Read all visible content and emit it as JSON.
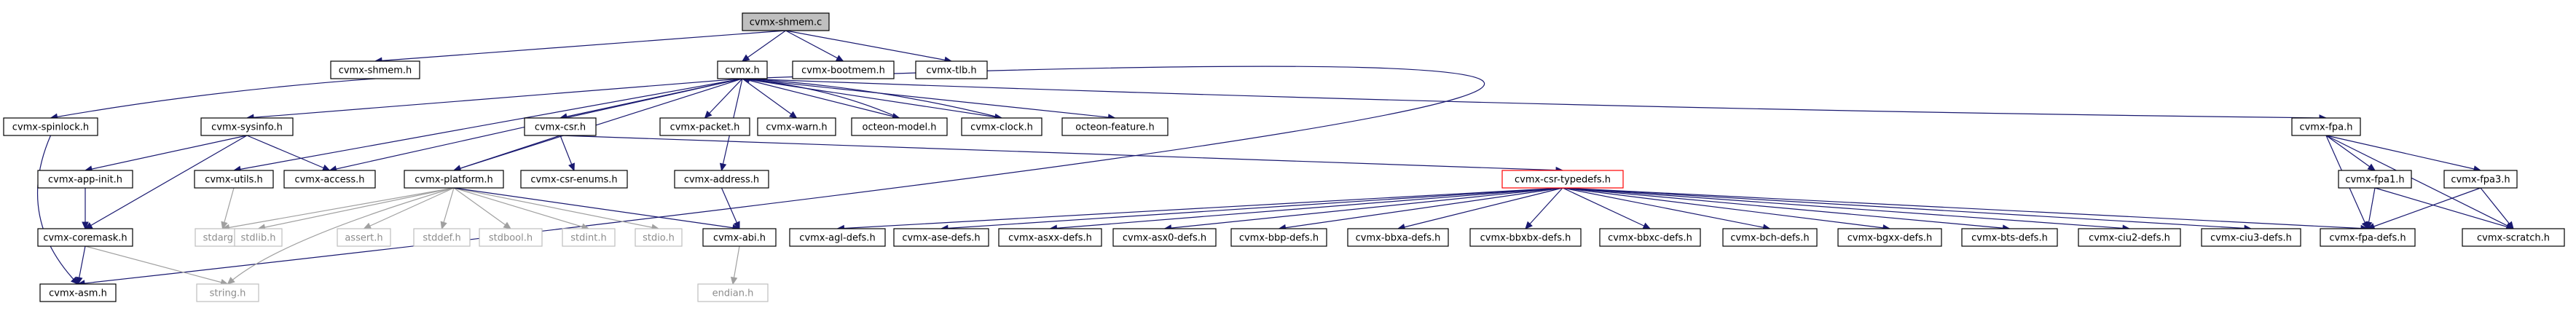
{
  "colors": {
    "edge": "#191970",
    "edge_system": "#a0a0a0",
    "root_fill": "#bfbfbf",
    "truncated_border": "#ff0000",
    "system_text": "#8c8c8c"
  },
  "nodes": [
    {
      "id": "shmem_c",
      "label": "cvmx-shmem.c",
      "kind": "root"
    },
    {
      "id": "shmem_h",
      "label": "cvmx-shmem.h",
      "kind": "normal"
    },
    {
      "id": "cvmx_h",
      "label": "cvmx.h",
      "kind": "normal"
    },
    {
      "id": "bootmem_h",
      "label": "cvmx-bootmem.h",
      "kind": "normal"
    },
    {
      "id": "tlb_h",
      "label": "cvmx-tlb.h",
      "kind": "normal"
    },
    {
      "id": "spinlock_h",
      "label": "cvmx-spinlock.h",
      "kind": "normal"
    },
    {
      "id": "sysinfo_h",
      "label": "cvmx-sysinfo.h",
      "kind": "normal"
    },
    {
      "id": "csr_h",
      "label": "cvmx-csr.h",
      "kind": "normal"
    },
    {
      "id": "packet_h",
      "label": "cvmx-packet.h",
      "kind": "normal"
    },
    {
      "id": "warn_h",
      "label": "cvmx-warn.h",
      "kind": "normal"
    },
    {
      "id": "model_h",
      "label": "octeon-model.h",
      "kind": "normal"
    },
    {
      "id": "clock_h",
      "label": "cvmx-clock.h",
      "kind": "normal"
    },
    {
      "id": "feature_h",
      "label": "octeon-feature.h",
      "kind": "normal"
    },
    {
      "id": "fpa_h",
      "label": "cvmx-fpa.h",
      "kind": "normal"
    },
    {
      "id": "appinit_h",
      "label": "cvmx-app-init.h",
      "kind": "normal"
    },
    {
      "id": "utils_h",
      "label": "cvmx-utils.h",
      "kind": "normal"
    },
    {
      "id": "access_h",
      "label": "cvmx-access.h",
      "kind": "normal"
    },
    {
      "id": "platform_h",
      "label": "cvmx-platform.h",
      "kind": "normal"
    },
    {
      "id": "csrenums_h",
      "label": "cvmx-csr-enums.h",
      "kind": "normal"
    },
    {
      "id": "address_h",
      "label": "cvmx-address.h",
      "kind": "normal"
    },
    {
      "id": "typedefs_h",
      "label": "cvmx-csr-typedefs.h",
      "kind": "truncated"
    },
    {
      "id": "fpa1_h",
      "label": "cvmx-fpa1.h",
      "kind": "normal"
    },
    {
      "id": "fpa3_h",
      "label": "cvmx-fpa3.h",
      "kind": "normal"
    },
    {
      "id": "coremask_h",
      "label": "cvmx-coremask.h",
      "kind": "normal"
    },
    {
      "id": "stdarg_h",
      "label": "stdarg.h",
      "kind": "system"
    },
    {
      "id": "stdlib_h",
      "label": "stdlib.h",
      "kind": "system"
    },
    {
      "id": "assert_h",
      "label": "assert.h",
      "kind": "system"
    },
    {
      "id": "stddef_h",
      "label": "stddef.h",
      "kind": "system"
    },
    {
      "id": "stdbool_h",
      "label": "stdbool.h",
      "kind": "system"
    },
    {
      "id": "stdint_h",
      "label": "stdint.h",
      "kind": "system"
    },
    {
      "id": "stdio_h",
      "label": "stdio.h",
      "kind": "system"
    },
    {
      "id": "abi_h",
      "label": "cvmx-abi.h",
      "kind": "normal"
    },
    {
      "id": "agl_h",
      "label": "cvmx-agl-defs.h",
      "kind": "normal"
    },
    {
      "id": "ase_h",
      "label": "cvmx-ase-defs.h",
      "kind": "normal"
    },
    {
      "id": "asxx_h",
      "label": "cvmx-asxx-defs.h",
      "kind": "normal"
    },
    {
      "id": "asx0_h",
      "label": "cvmx-asx0-defs.h",
      "kind": "normal"
    },
    {
      "id": "bbp_h",
      "label": "cvmx-bbp-defs.h",
      "kind": "normal"
    },
    {
      "id": "bbxa_h",
      "label": "cvmx-bbxa-defs.h",
      "kind": "normal"
    },
    {
      "id": "bbxbx_h",
      "label": "cvmx-bbxbx-defs.h",
      "kind": "normal"
    },
    {
      "id": "bbxc_h",
      "label": "cvmx-bbxc-defs.h",
      "kind": "normal"
    },
    {
      "id": "bch_h",
      "label": "cvmx-bch-defs.h",
      "kind": "normal"
    },
    {
      "id": "bgxx_h",
      "label": "cvmx-bgxx-defs.h",
      "kind": "normal"
    },
    {
      "id": "bts_h",
      "label": "cvmx-bts-defs.h",
      "kind": "normal"
    },
    {
      "id": "ciu2_h",
      "label": "cvmx-ciu2-defs.h",
      "kind": "normal"
    },
    {
      "id": "ciu3_h",
      "label": "cvmx-ciu3-defs.h",
      "kind": "normal"
    },
    {
      "id": "fpadefs_h",
      "label": "cvmx-fpa-defs.h",
      "kind": "normal"
    },
    {
      "id": "scratch_h",
      "label": "cvmx-scratch.h",
      "kind": "normal"
    },
    {
      "id": "asm_h",
      "label": "cvmx-asm.h",
      "kind": "normal"
    },
    {
      "id": "string_h",
      "label": "string.h",
      "kind": "system"
    },
    {
      "id": "endian_h",
      "label": "endian.h",
      "kind": "system"
    }
  ],
  "edges": [
    [
      "shmem_c",
      "shmem_h"
    ],
    [
      "shmem_c",
      "cvmx_h"
    ],
    [
      "shmem_c",
      "bootmem_h"
    ],
    [
      "shmem_c",
      "tlb_h"
    ],
    [
      "shmem_h",
      "spinlock_h"
    ],
    [
      "spinlock_h",
      "asm_h"
    ],
    [
      "cvmx_h",
      "sysinfo_h"
    ],
    [
      "cvmx_h",
      "csr_h"
    ],
    [
      "cvmx_h",
      "packet_h"
    ],
    [
      "cvmx_h",
      "warn_h"
    ],
    [
      "cvmx_h",
      "model_h"
    ],
    [
      "cvmx_h",
      "clock_h"
    ],
    [
      "cvmx_h",
      "feature_h"
    ],
    [
      "cvmx_h",
      "fpa_h"
    ],
    [
      "cvmx_h",
      "utils_h"
    ],
    [
      "cvmx_h",
      "access_h"
    ],
    [
      "cvmx_h",
      "platform_h"
    ],
    [
      "cvmx_h",
      "address_h"
    ],
    [
      "cvmx_h",
      "asm_h"
    ],
    [
      "sysinfo_h",
      "appinit_h"
    ],
    [
      "sysinfo_h",
      "access_h"
    ],
    [
      "sysinfo_h",
      "coremask_h"
    ],
    [
      "appinit_h",
      "coremask_h"
    ],
    [
      "coremask_h",
      "asm_h"
    ],
    [
      "coremask_h",
      "string_h"
    ],
    [
      "utils_h",
      "stdarg_h"
    ],
    [
      "csr_h",
      "platform_h"
    ],
    [
      "csr_h",
      "csrenums_h"
    ],
    [
      "csr_h",
      "typedefs_h"
    ],
    [
      "platform_h",
      "stdarg_h"
    ],
    [
      "platform_h",
      "stdlib_h"
    ],
    [
      "platform_h",
      "assert_h"
    ],
    [
      "platform_h",
      "stddef_h"
    ],
    [
      "platform_h",
      "stdbool_h"
    ],
    [
      "platform_h",
      "stdint_h"
    ],
    [
      "platform_h",
      "stdio_h"
    ],
    [
      "platform_h",
      "string_h"
    ],
    [
      "platform_h",
      "abi_h"
    ],
    [
      "address_h",
      "abi_h"
    ],
    [
      "abi_h",
      "endian_h"
    ],
    [
      "model_h",
      "cvmx_h"
    ],
    [
      "clock_h",
      "cvmx_h"
    ],
    [
      "fpa_h",
      "fpa1_h"
    ],
    [
      "fpa_h",
      "fpa3_h"
    ],
    [
      "fpa_h",
      "fpadefs_h"
    ],
    [
      "fpa_h",
      "scratch_h"
    ],
    [
      "fpa1_h",
      "fpadefs_h"
    ],
    [
      "fpa1_h",
      "scratch_h"
    ],
    [
      "fpa3_h",
      "fpadefs_h"
    ],
    [
      "fpa3_h",
      "scratch_h"
    ],
    [
      "typedefs_h",
      "agl_h"
    ],
    [
      "typedefs_h",
      "ase_h"
    ],
    [
      "typedefs_h",
      "asxx_h"
    ],
    [
      "typedefs_h",
      "asx0_h"
    ],
    [
      "typedefs_h",
      "bbp_h"
    ],
    [
      "typedefs_h",
      "bbxa_h"
    ],
    [
      "typedefs_h",
      "bbxbx_h"
    ],
    [
      "typedefs_h",
      "bbxc_h"
    ],
    [
      "typedefs_h",
      "bch_h"
    ],
    [
      "typedefs_h",
      "bgxx_h"
    ],
    [
      "typedefs_h",
      "bts_h"
    ],
    [
      "typedefs_h",
      "ciu2_h"
    ],
    [
      "typedefs_h",
      "ciu3_h"
    ],
    [
      "typedefs_h",
      "fpadefs_h"
    ]
  ]
}
